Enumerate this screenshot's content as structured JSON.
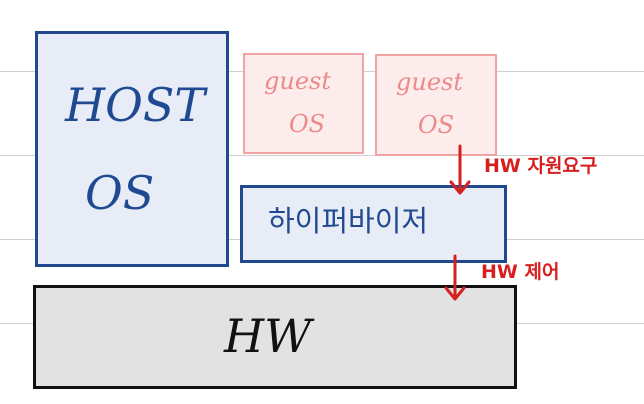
{
  "diagram": {
    "host": {
      "title": "HOST",
      "os": "OS"
    },
    "guests": [
      {
        "title": "guest",
        "os": "OS"
      },
      {
        "title": "guest",
        "os": "OS"
      }
    ],
    "hypervisor": {
      "label": "하이퍼바이저"
    },
    "hardware": {
      "label": "HW"
    },
    "annotations": {
      "resource_request": "HW 자원요구",
      "control": "HW 제어"
    },
    "colors": {
      "host_border": "#20498f",
      "host_fill": "#e7ecf7",
      "guest_border": "#f0a3a3",
      "guest_fill": "#fcecec",
      "hardware_fill": "#e2e2e2",
      "annotation": "#d62020"
    }
  }
}
